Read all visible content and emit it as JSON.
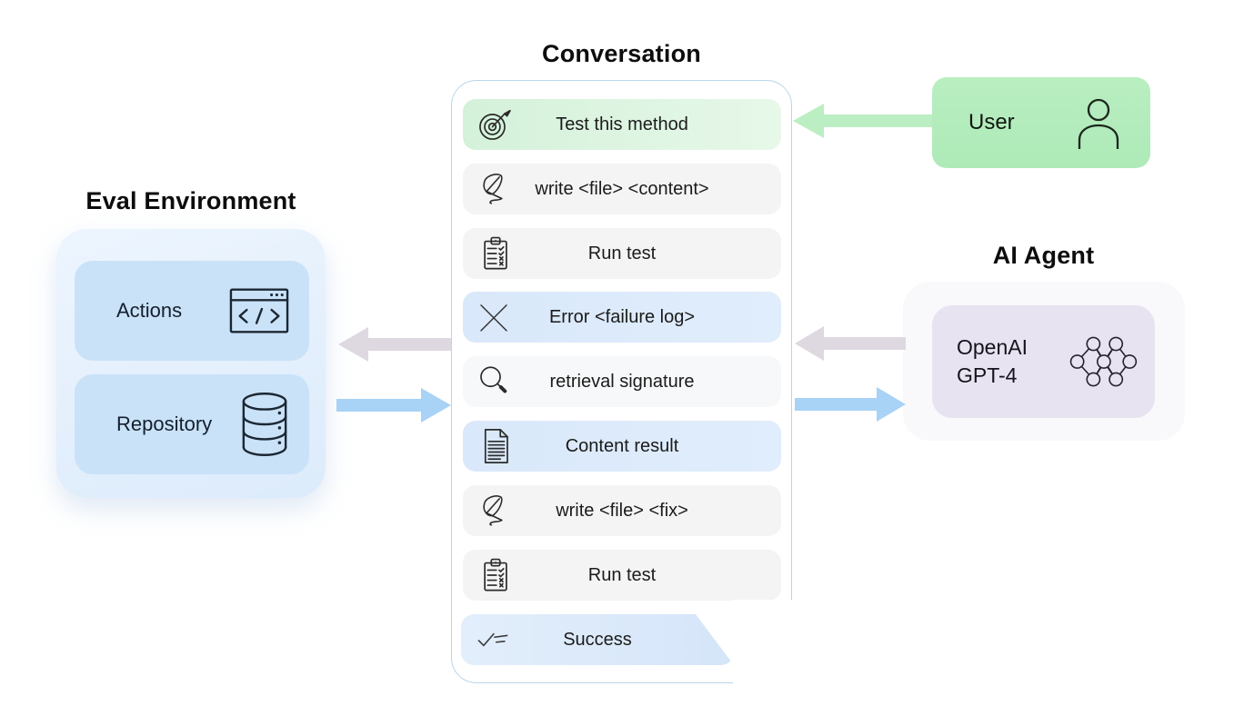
{
  "conversation": {
    "title": "Conversation",
    "rows": [
      {
        "icon": "target-icon",
        "label": "Test this method",
        "variant": "green"
      },
      {
        "icon": "quill-icon",
        "label": "write <file> <content>",
        "variant": "gray"
      },
      {
        "icon": "clipboard-icon",
        "label": "Run test",
        "variant": "gray"
      },
      {
        "icon": "x-icon",
        "label": "Error <failure log>",
        "variant": "blue"
      },
      {
        "icon": "magnifier-icon",
        "label": "retrieval signature",
        "variant": "lightgray"
      },
      {
        "icon": "document-icon",
        "label": "Content result",
        "variant": "blue"
      },
      {
        "icon": "quill-icon",
        "label": "write <file> <fix>",
        "variant": "gray"
      },
      {
        "icon": "clipboard-icon",
        "label": "Run test",
        "variant": "gray"
      },
      {
        "icon": "success-icon",
        "label": "Success",
        "variant": "blue-tail"
      }
    ]
  },
  "eval_environment": {
    "title": "Eval Environment",
    "items": [
      {
        "icon": "browser-code-icon",
        "label": "Actions"
      },
      {
        "icon": "database-icon",
        "label": "Repository"
      }
    ]
  },
  "user_box": {
    "label": "User",
    "icon": "person-icon"
  },
  "ai_agent": {
    "title": "AI Agent",
    "model_line1": "OpenAI",
    "model_line2": "GPT-4",
    "icon": "neural-network-icon"
  },
  "colors": {
    "panel_border": "#b5d7ea",
    "row_green": "#d4f1da",
    "row_gray": "#f4f4f5",
    "row_blue": "#d9e8fa",
    "eval_container": "#e2eefb",
    "eval_box": "#c9e2f8",
    "user_green": "#b4ecbc",
    "agent_lavender": "#e8e3f0",
    "arrow_green": "#bceec3",
    "arrow_gray": "#ded8e1",
    "arrow_blue": "#a8d2f6"
  }
}
